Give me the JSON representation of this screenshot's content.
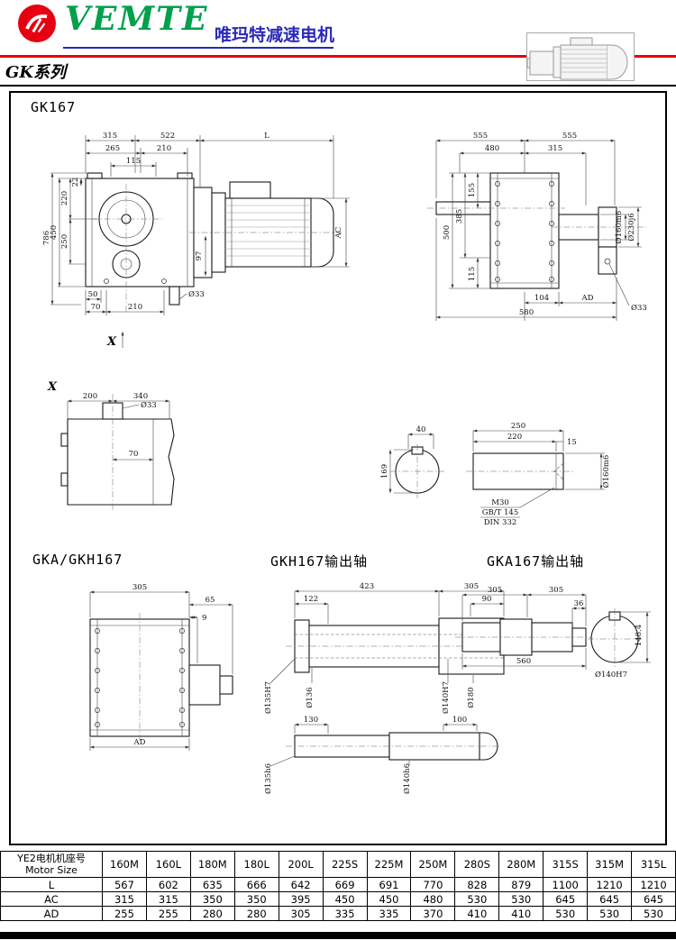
{
  "header": {
    "brand": "VEMTE",
    "brand_subtitle": "唯玛特减速电机",
    "series_label": "GK系列",
    "logo_icon": "vemte-red-circle-brand-mark",
    "thumbnail_icon": "gear-motor-illustration",
    "accent_red": "#e60012",
    "brand_green": "#00a04c",
    "subtitle_blue": "#2a2ab8"
  },
  "drawings": {
    "main_title": "GK167",
    "view_marker": "X",
    "side_view": {
      "dims": [
        "315",
        "522",
        "L",
        "265",
        "210",
        "115",
        "22",
        "220",
        "250",
        "450",
        "786",
        "50",
        "70",
        "210",
        "Ø33",
        "97",
        "AC"
      ]
    },
    "rear_view": {
      "dims": [
        "555",
        "555",
        "480",
        "315",
        "155",
        "385",
        "500",
        "115",
        "Ø160m6",
        "Ø230j6",
        "104",
        "AD",
        "580",
        "Ø33"
      ]
    },
    "x_view": {
      "label": "X",
      "dims": [
        "200",
        "340",
        "Ø33",
        "70"
      ]
    },
    "shaft_section": {
      "dims": [
        "40",
        "169",
        "250",
        "220",
        "15",
        "M30",
        "GB/T 145",
        "DIN 332",
        "Ø160m6"
      ]
    },
    "gka_gkh": {
      "title": "GKA/GKH167",
      "dims": [
        "305",
        "65",
        "9",
        "AD"
      ]
    },
    "gkh_shaft": {
      "title": "GKH167输出轴",
      "dims": [
        "423",
        "305",
        "122",
        "90",
        "Ø135H7",
        "Ø136",
        "Ø140H7",
        "Ø180",
        "130",
        "100",
        "Ø135h6",
        "Ø140h6"
      ]
    },
    "gka_shaft": {
      "title": "GKA167输出轴",
      "dims": [
        "305",
        "305",
        "36",
        "148.4",
        "560",
        "Ø140H7"
      ]
    }
  },
  "table": {
    "row_header_line1": "YE2电机机座号",
    "row_header_line2": "Motor Size",
    "columns": [
      "160M",
      "160L",
      "180M",
      "180L",
      "200L",
      "225S",
      "225M",
      "250M",
      "280S",
      "280M",
      "315S",
      "315M",
      "315L"
    ],
    "rows": [
      {
        "label": "L",
        "values": [
          "567",
          "602",
          "635",
          "666",
          "642",
          "669",
          "691",
          "770",
          "828",
          "879",
          "1100",
          "1210",
          "1210"
        ]
      },
      {
        "label": "AC",
        "values": [
          "315",
          "315",
          "350",
          "350",
          "395",
          "450",
          "450",
          "480",
          "530",
          "530",
          "645",
          "645",
          "645"
        ]
      },
      {
        "label": "AD",
        "values": [
          "255",
          "255",
          "280",
          "280",
          "305",
          "335",
          "335",
          "370",
          "410",
          "410",
          "530",
          "530",
          "530"
        ]
      }
    ]
  }
}
